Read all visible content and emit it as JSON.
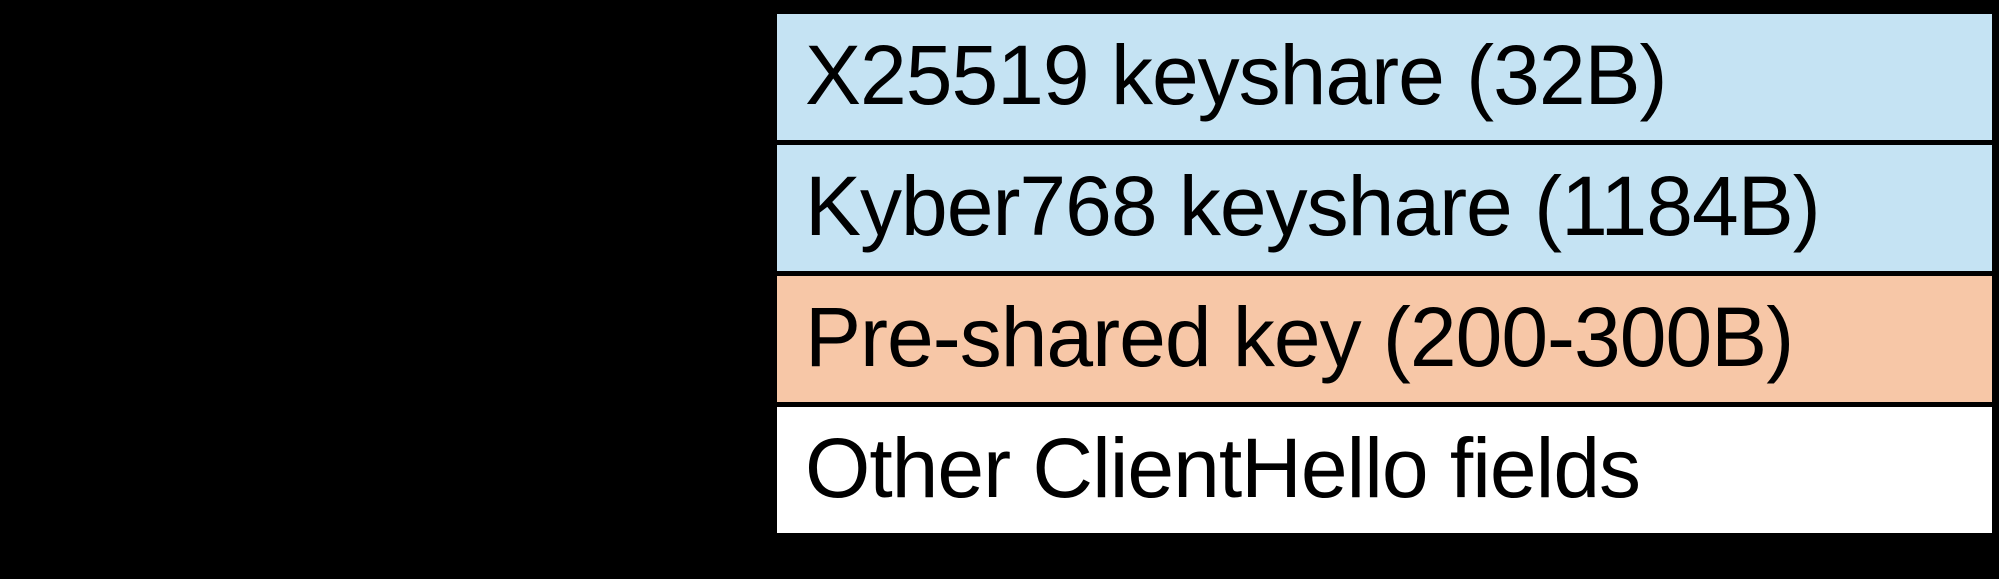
{
  "figure": {
    "description": "TLS ClientHello size diagram with stacked field boxes",
    "background_color": "#000000",
    "separator_color": "#000000",
    "text_color": "#000000",
    "colors": {
      "keyshare_blue": "#c5e3f3",
      "psk_salmon": "#f7c7a7",
      "other_white": "#ffffff"
    },
    "boxes": [
      {
        "label": "X25519 keyshare (32B)",
        "color": "#c5e3f3"
      },
      {
        "label": "Kyber768 keyshare (1184B)",
        "color": "#c5e3f3"
      },
      {
        "label": "Pre-shared key (200-300B)",
        "color": "#f7c7a7"
      },
      {
        "label": "Other ClientHello fields",
        "color": "#ffffff"
      }
    ]
  }
}
